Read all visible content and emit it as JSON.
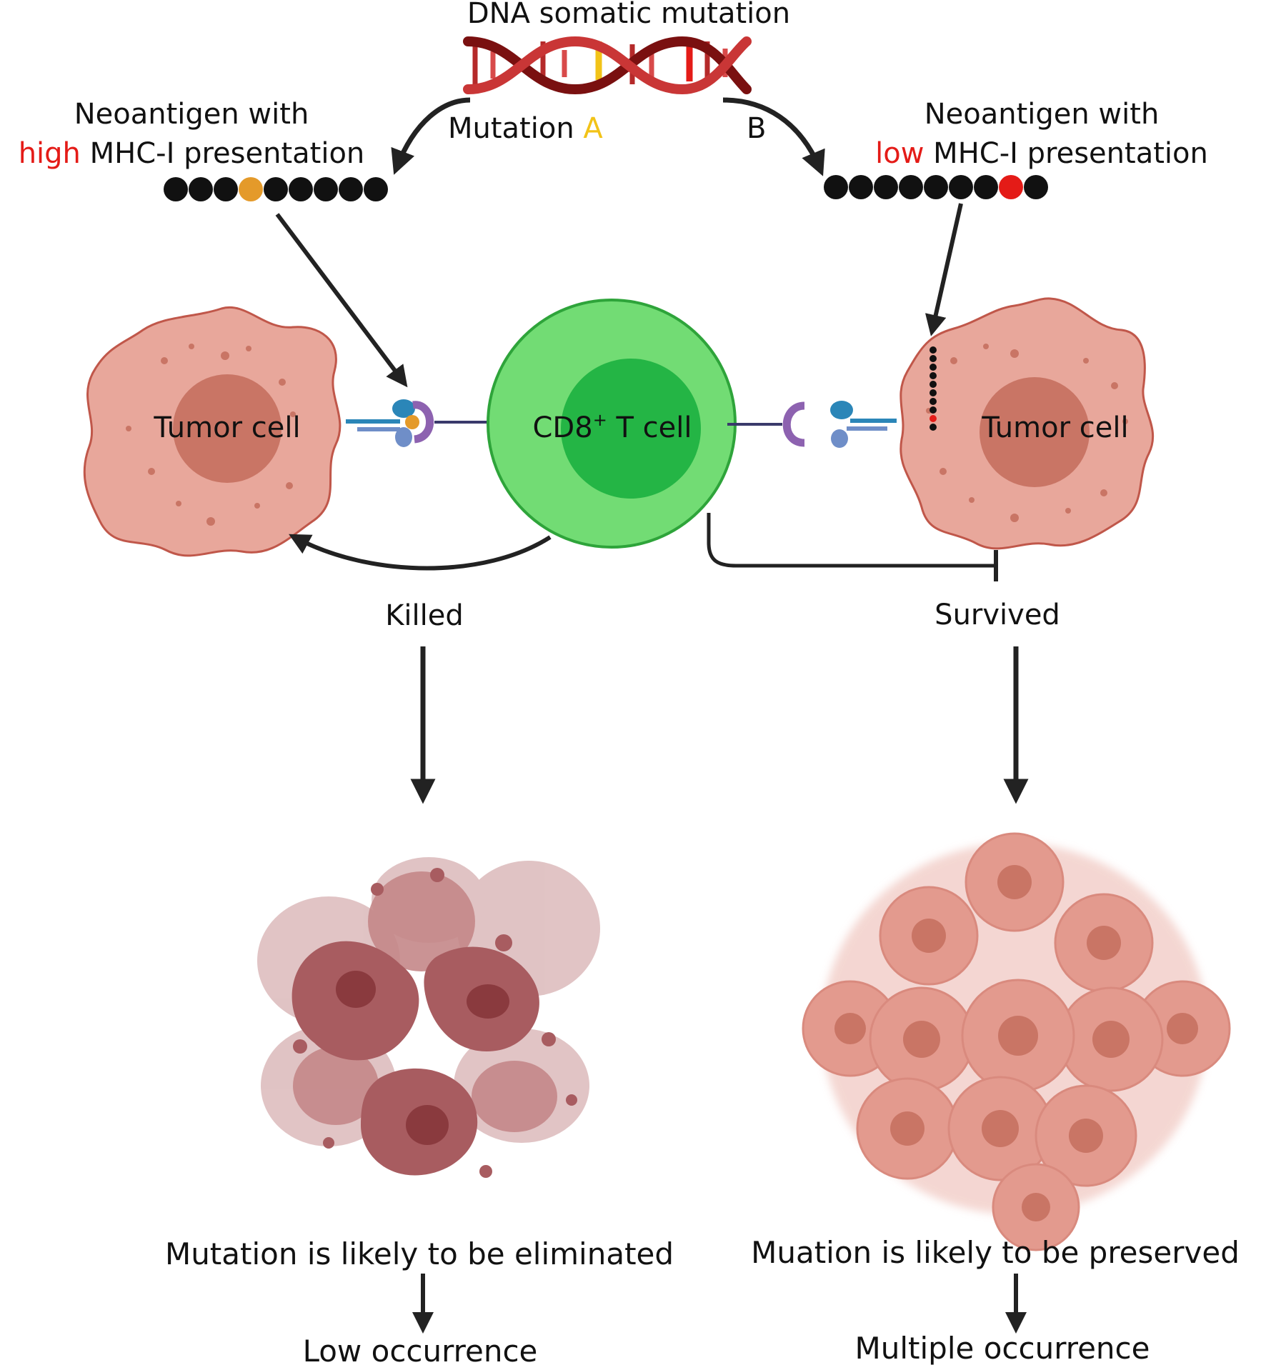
{
  "colors": {
    "red": "#e41b17",
    "yellow": "#f2c318",
    "orange": "#e49a2a",
    "tumor_fill": "#e8a79b",
    "tumor_stroke": "#c0574a",
    "nucleus": "#c97565",
    "tcell_outer": "#72dc74",
    "tcell_inner": "#24b545",
    "arrow": "#222222",
    "dead_cell": "#a85c60",
    "alive_cell": "#e39a8e",
    "mhc_blue": "#2b86b8",
    "mhc_light_blue": "#6f8ec8",
    "tcr_purple": "#8d62b0"
  },
  "dna": {
    "title": "DNA somatic mutation"
  },
  "left_branch": {
    "mutation_prefix": "Mutation ",
    "mutation_letter": "A",
    "heading_line1": "Neoantigen with",
    "heading_word_colored": "high",
    "heading_rest": " MHC-I presentation",
    "cell_label": "Tumor cell",
    "outcome": "Killed",
    "result_text": "Mutation is likely to be eliminated",
    "final_text": "Low occurrence"
  },
  "right_branch": {
    "mutation_letter": "B",
    "heading_line1": "Neoantigen with",
    "heading_word_colored": "low",
    "heading_rest": " MHC-I presentation",
    "cell_label": "Tumor cell",
    "outcome": "Survived",
    "result_text": "Muation is likely to be preserved",
    "final_text": "Multiple occurrence"
  },
  "tcell": {
    "label_prefix": "CD8",
    "label_sup": "+",
    "label_suffix": " T cell"
  }
}
